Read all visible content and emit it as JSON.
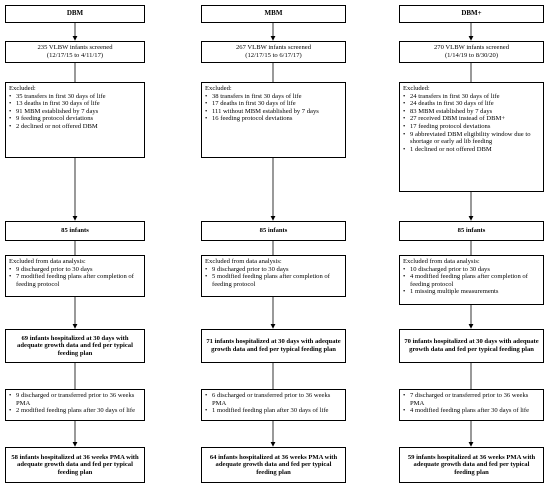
{
  "columns": [
    {
      "header": "DBM",
      "screened": [
        "235 VLBW infants screened",
        "(12/17/15 to 4/11/17)"
      ],
      "excluded_title": "Excluded:",
      "excluded": [
        "35 transfers in first 30 days of life",
        "13 deaths in first 30 days of life",
        "91 MBM established by 7 days",
        "9 feeding protocol deviations",
        "2 declined or not offered DBM"
      ],
      "infants": "85 infants",
      "analysis_title": "Excluded from data analysis:",
      "analysis": [
        "9 discharged prior to 30 days",
        "7 modified feeding plans after completion of feeding protocol"
      ],
      "day30": "69 infants hospitalized at 30 days with adequate growth data and fed per typical feeding plan",
      "excl36": [
        "9 discharged or transferred prior to 36 weeks PMA",
        "2 modified feeding plans after 30 days of life"
      ],
      "final": "58 infants hospitalized at 36 weeks PMA with adequate growth data and fed per typical feeding plan"
    },
    {
      "header": "MBM",
      "screened": [
        "267 VLBW infants screened",
        "(12/17/15 to 6/17/17)"
      ],
      "excluded_title": "Excluded:",
      "excluded": [
        "38 transfers in first 30 days of life",
        "17 deaths in first 30 days of life",
        "111 without MBM established by 7 days",
        "16 feeding protocol deviations"
      ],
      "infants": "85 infants",
      "analysis_title": "Excluded from data analysis:",
      "analysis": [
        "9 discharged prior to 30 days",
        "5 modified feeding plans after completion of feeding protocol"
      ],
      "day30": "71 infants hospitalized at 30 days with adequate growth data and fed per typical feeding plan",
      "excl36": [
        "6 discharged or transferred prior to 36 weeks PMA",
        "1 modified feeding plan after 30 days of life"
      ],
      "final": "64 infants hospitalized at 36 weeks PMA with adequate growth data and fed per typical feeding plan"
    },
    {
      "header": "DBM+",
      "screened": [
        "270 VLBW infants screened",
        "(1/14/19 to 8/30/20)"
      ],
      "excluded_title": "Excluded:",
      "excluded": [
        "24 transfers in first 30 days of life",
        "24 deaths in first 30 days of life",
        "83 MBM established by 7 days",
        "27 received DBM instead of DBM+",
        "17 feeding protocol deviations",
        "9 abbreviated DBM eligibility window due to shortage or early ad lib feeding",
        "1 declined or not offered DBM"
      ],
      "infants": "85 infants",
      "analysis_title": "Excluded from data analysis:",
      "analysis": [
        "10 discharged prior to 30 days",
        "4 modified feeding plans after completion of feeding protocol",
        "1 missing multiple measurements"
      ],
      "day30": "70 infants hospitalized at 30 days with adequate growth data and fed per typical feeding plan",
      "excl36": [
        "7 discharged or transferred prior to 36 weeks PMA",
        "4 modified feeding plans after 30 days of life"
      ],
      "final": "59 infants hospitalized at 36 weeks PMA with adequate growth data and fed per typical feeding plan"
    }
  ]
}
